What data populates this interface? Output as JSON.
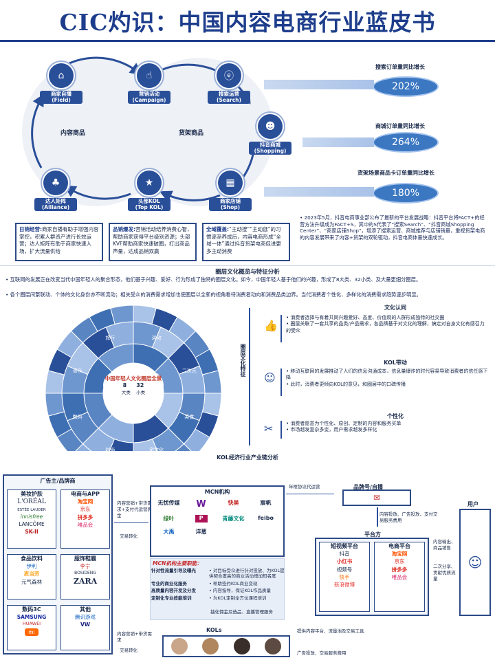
{
  "title": "CIC灼识：中国内容电商行业蓝皮书",
  "top": {
    "nodes": [
      {
        "icon": "store-icon",
        "label": "商家自播\n(Field)"
      },
      {
        "icon": "campaign-icon",
        "label": "营销活动\n(Campaign)"
      },
      {
        "icon": "search-e-icon",
        "label": "搜索运营\n(Search)"
      },
      {
        "icon": "shopping-icon",
        "label": "抖音商城\n(Shopping)"
      },
      {
        "icon": "shop-icon",
        "label": "商家店铺\n(Shop)"
      },
      {
        "icon": "kol-icon",
        "label": "头部KOL\n(Top KOL)"
      },
      {
        "icon": "alliance-icon",
        "label": "达人矩阵\n(Alliance)"
      }
    ],
    "ring_left_label": "内容商品",
    "ring_right_label": "货架商品",
    "growth": [
      {
        "label": "搜索订单量同比增长",
        "value": "202%"
      },
      {
        "label": "商城订单量同比增长",
        "value": "264%"
      },
      {
        "label": "货架场景商品卡订单量同比增长",
        "value": "180%"
      }
    ],
    "boxes": [
      {
        "title": "日销经营:",
        "text": "商家自播有助于增强内容掌控，积累人群资产进行长效运营；达人矩阵有助于商家快速入场，扩大流量供给"
      },
      {
        "title": "品销爆发:",
        "text": "营销活动结养消费心智，帮助商家获得平台级别资源；头部KVF帮助商家快速破圈，打出商品声量，达成品销双赢"
      },
      {
        "title": "全域覆盖:",
        "text": "“主动搜”“主动逛”的习惯逐渐养成后，内容电商形成“全域一体”通过抖音货架电商促进更多主动消费"
      }
    ],
    "note": "2023年5月，抖音电商事业部公布了最新的平台发展战略：抖音平台将FACT+的经营方法升级成为FACT+S，其中的S代表了“搜索Search”、“抖音商城Shopping Center”、“商家店铺Shop”，增添了搜索运营、商城推荐与店铺销量，重视货架电商的内容发展带来了内容+货架的双轮驱动，抖音电商体量快速成长。"
  },
  "mid": {
    "section_title": "圈层文化概览与特征分析",
    "bullets": [
      "互联网的发展正在改变当代中国年轻人的聚合形态，他们基于兴趣、爱好、行为形成了独特的圈层文化。如今，中国年轻人基于他们的兴趣，形成了8大类、32小类、及大量更细分圈层。",
      "各个圈层间繁联动、个体的文化身份亦不断流动；相关受众的消费需求增加也使圈层以全新的视角看待消费者动向和消费品类边界。当代消费者个性化、多样化的消费需求趋势逐步明显。"
    ],
    "center": {
      "title": "中国年轻人文化圈层全景",
      "n_big": "8",
      "n_small": "32",
      "big_label": "大类",
      "small_label": "小类"
    },
    "side_label": "圈层文化特征",
    "features": [
      {
        "title": "文化认同",
        "icon": "thumbs-up-icon",
        "items": [
          "消费者选择与有着共同兴趣爱好、态度、价值观的人群形成独特的社交圈",
          "圈层关联了一套共享的品类/产品需求，各品牌基于对文化的理解，搞定对自身文化有感召力的受众"
        ]
      },
      {
        "title": "KOL带动",
        "icon": "people-icon",
        "items": [
          "移动互联网的发展推动了人们的信息沟通成本，信息量爆炸的时代容易导致消费者的信任感下降",
          "此时，消费者更倾向KOL的意见，和圈层中的口碑传播"
        ]
      },
      {
        "title": "个性化",
        "icon": "tools-icon",
        "items": [
          "消费者愿意为个性化、原创、定制的内容和服务买单",
          "市场越发复杂多变，用户需求越发多样化"
        ]
      }
    ],
    "sunburst_labels": [
      "运动",
      "二次元",
      "美食",
      "宅文化",
      "时尚",
      "数码",
      "音乐",
      "旅行"
    ]
  },
  "bottom": {
    "section_title": "KOL经济行业产业链分析",
    "advertiser_title": "广告主/品牌商",
    "categories": [
      {
        "title": "美妆护肤",
        "brands": [
          "L'ORÉAL",
          "ESTÉE LAUDER",
          "innisfree",
          "LANCÔME",
          "SK-II"
        ]
      },
      {
        "title": "电商与APP",
        "brands": [
          "淘宝网",
          "京东",
          "拼多多",
          "唯品会"
        ]
      },
      {
        "title": "食品饮料",
        "brands": [
          "伊利",
          "麦当劳",
          "元气森林"
        ]
      },
      {
        "title": "服饰鞋履",
        "brands": [
          "李宁",
          "BOSIDENG",
          "ZARA"
        ]
      },
      {
        "title": "数码3C",
        "brands": [
          "SAMSUNG",
          "HUAWEI",
          "mi"
        ]
      },
      {
        "title": "其他",
        "brands": [
          "腾讯游戏",
          "VW"
        ]
      }
    ],
    "mcn_title": "MCN机构",
    "mcn_brands": [
      "无忧传媒",
      "W",
      "快美",
      "宸帆",
      "绿叶",
      "P",
      "青藤文化",
      "feibo",
      "大禹",
      "洋葱"
    ],
    "mcn_duty_title": "MCN机构主要职能：",
    "mcn_duties": [
      {
        "k": "针对性流量引导及曝光",
        "v": "对目标受众进行针对投放、为KOL提供契合度高的商业活动增加知名度"
      },
      {
        "k": "专业的商业化服务",
        "v": "帮助签约KOL商业变现"
      },
      {
        "k": "高质量内容开发及分发",
        "v": "内容指导，保证KOL作品质量"
      },
      {
        "k": "定制化专业技能培训",
        "v": "为KOL定制全方位课程培训"
      }
    ],
    "kols_title": "KOLs",
    "brand_self": "品牌号/自播",
    "platform_title": "平台方",
    "short_video": "短视频平台",
    "short_video_list": [
      "抖音",
      "小红书",
      "视频号",
      "快手",
      "新浪微博"
    ],
    "ecom": "电商平台",
    "ecom_list": [
      "淘宝网",
      "京东",
      "拼多多",
      "唯品会"
    ],
    "user": "用户",
    "flows": {
      "a1": "内容营销+带货需求+支付代运营佣金",
      "a2": "交易转化",
      "a3": "年框协议代运营",
      "a4": "内容投放、广告投放、支付交易服务费用",
      "a5": "内容输出、商品销售",
      "a6": "二次分享、贡献优质流量",
      "a7": "内容营销+带货需求",
      "a8": "交易转化",
      "a9": "抽化佣金及选品、直播管理服务",
      "a10": "提供内容平台、流量池及交易工具",
      "a11": "广告投放、交易服务费用"
    }
  }
}
